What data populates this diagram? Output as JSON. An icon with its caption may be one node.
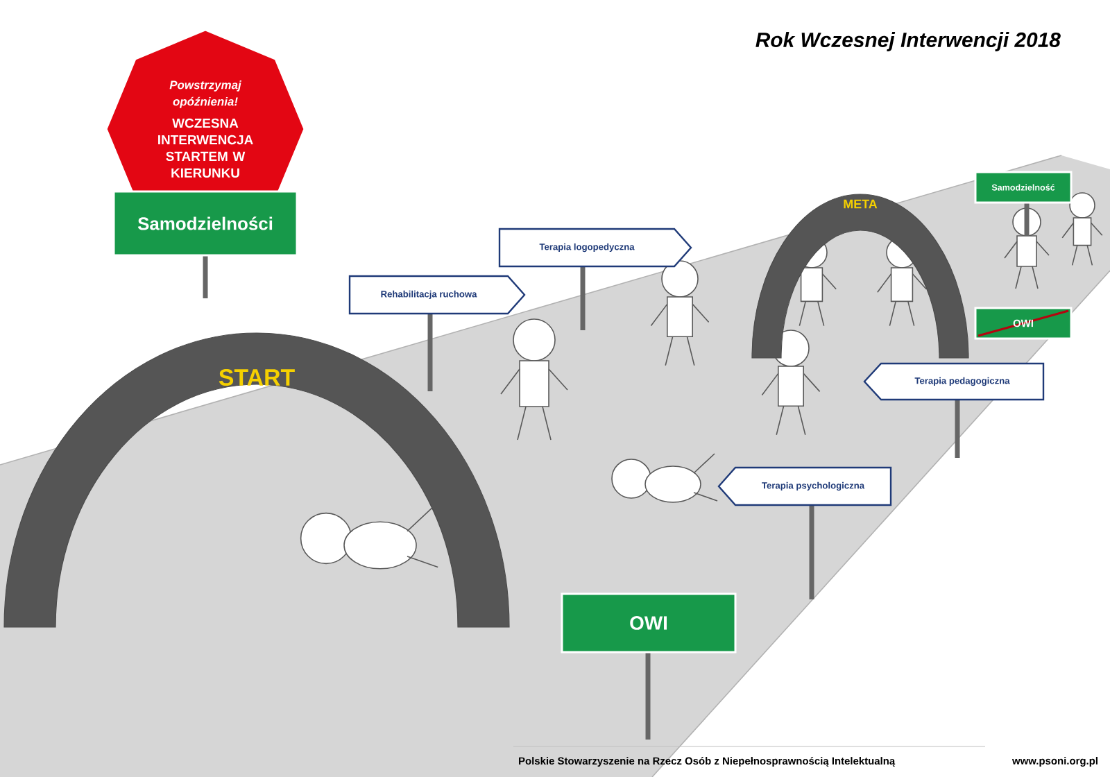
{
  "diagram": {
    "title": "Rok Wczesnej Interwencji 2018",
    "nodes": [
      {
        "text": [
          "Powstrzymaj opóźnienia!",
          "WCZESNA INTERWENCJA STARTEM W KIERUNKU"
        ]
      },
      {
        "text": [
          "Samodzielności"
        ]
      },
      {
        "text": [
          "START"
        ]
      },
      {
        "text": [
          "Rehabilitacja ruchowa"
        ]
      },
      {
        "text": [
          "Terapia logopedyczna"
        ]
      },
      {
        "text": [
          "META"
        ]
      },
      {
        "text": [
          "Samodzielność"
        ]
      },
      {
        "text": [
          "OWI"
        ]
      },
      {
        "text": [
          "Terapia pedagogiczna"
        ]
      },
      {
        "text": [
          "Terapia psychologiczna"
        ]
      },
      {
        "text": [
          "OWI"
        ]
      }
    ],
    "labels": [
      "Polskie Stowarzyszenie na Rzecz Osób z Niepełnosprawnością Intelektualną",
      "www.psoni.org.pl"
    ]
  }
}
